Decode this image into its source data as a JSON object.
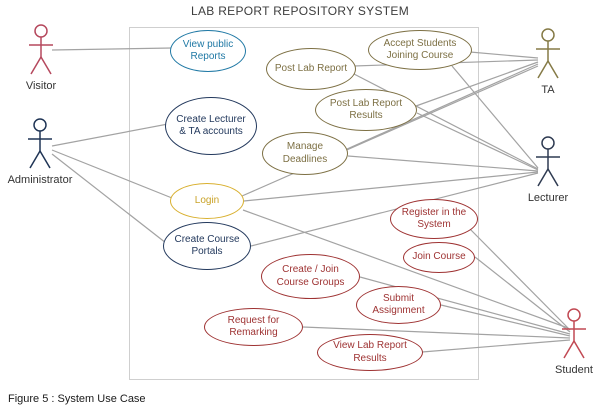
{
  "title": "LAB REPORT REPOSITORY SYSTEM",
  "caption": "Figure 5 : System Use Case",
  "colors": {
    "association_line": "#a3a3a3",
    "system_boundary": "#cfcfcf",
    "use_case_blue": "#2079a5",
    "use_case_navy": "#23395d",
    "use_case_olive": "#7d7044",
    "use_case_gold": "#d9b02f",
    "use_case_red": "#9e3232",
    "actor_visitor": "#b5485d",
    "actor_administrator": "#1f3455",
    "actor_ta": "#857a46",
    "actor_lecturer": "#2f3b52",
    "actor_student": "#c14953"
  },
  "actors": [
    {
      "id": "visitor",
      "label": "Visitor"
    },
    {
      "id": "administrator",
      "label": "Administrator"
    },
    {
      "id": "ta",
      "label": "TA"
    },
    {
      "id": "lecturer",
      "label": "Lecturer"
    },
    {
      "id": "student",
      "label": "Student"
    }
  ],
  "use_cases": [
    {
      "id": "view-public-reports",
      "label": "View public Reports",
      "color": "blue"
    },
    {
      "id": "post-lab-report",
      "label": "Post Lab Report",
      "color": "olive"
    },
    {
      "id": "accept-students-joining-course",
      "label": "Accept Students Joining Course",
      "color": "olive"
    },
    {
      "id": "post-lab-report-results",
      "label": "Post Lab Report Results",
      "color": "olive"
    },
    {
      "id": "create-lecturer-ta-accounts",
      "label": "Create Lecturer & TA accounts",
      "color": "navy"
    },
    {
      "id": "manage-deadlines",
      "label": "Manage Deadlines",
      "color": "olive"
    },
    {
      "id": "login",
      "label": "Login",
      "color": "gold"
    },
    {
      "id": "register-in-the-system",
      "label": "Register in the System",
      "color": "red"
    },
    {
      "id": "create-course-portals",
      "label": "Create Course Portals",
      "color": "navy"
    },
    {
      "id": "join-course",
      "label": "Join Course",
      "color": "red"
    },
    {
      "id": "create-join-course-groups",
      "label": "Create / Join Course Groups",
      "color": "red"
    },
    {
      "id": "submit-assignment",
      "label": "Submit Assignment",
      "color": "red"
    },
    {
      "id": "request-for-remarking",
      "label": "Request for Remarking",
      "color": "red"
    },
    {
      "id": "view-lab-report-results",
      "label": "View Lab Report Results",
      "color": "red"
    }
  ],
  "associations": [
    {
      "from": "visitor",
      "to": "view-public-reports"
    },
    {
      "from": "administrator",
      "to": "create-lecturer-ta-accounts"
    },
    {
      "from": "administrator",
      "to": "login"
    },
    {
      "from": "administrator",
      "to": "create-course-portals"
    },
    {
      "from": "ta",
      "to": "accept-students-joining-course"
    },
    {
      "from": "ta",
      "to": "post-lab-report"
    },
    {
      "from": "ta",
      "to": "post-lab-report-results"
    },
    {
      "from": "ta",
      "to": "manage-deadlines"
    },
    {
      "from": "ta",
      "to": "login"
    },
    {
      "from": "lecturer",
      "to": "accept-students-joining-course"
    },
    {
      "from": "lecturer",
      "to": "post-lab-report"
    },
    {
      "from": "lecturer",
      "to": "post-lab-report-results"
    },
    {
      "from": "lecturer",
      "to": "manage-deadlines"
    },
    {
      "from": "lecturer",
      "to": "login"
    },
    {
      "from": "lecturer",
      "to": "create-course-portals"
    },
    {
      "from": "student",
      "to": "register-in-the-system"
    },
    {
      "from": "student",
      "to": "join-course"
    },
    {
      "from": "student",
      "to": "create-join-course-groups"
    },
    {
      "from": "student",
      "to": "submit-assignment"
    },
    {
      "from": "student",
      "to": "request-for-remarking"
    },
    {
      "from": "student",
      "to": "view-lab-report-results"
    },
    {
      "from": "student",
      "to": "login"
    }
  ]
}
